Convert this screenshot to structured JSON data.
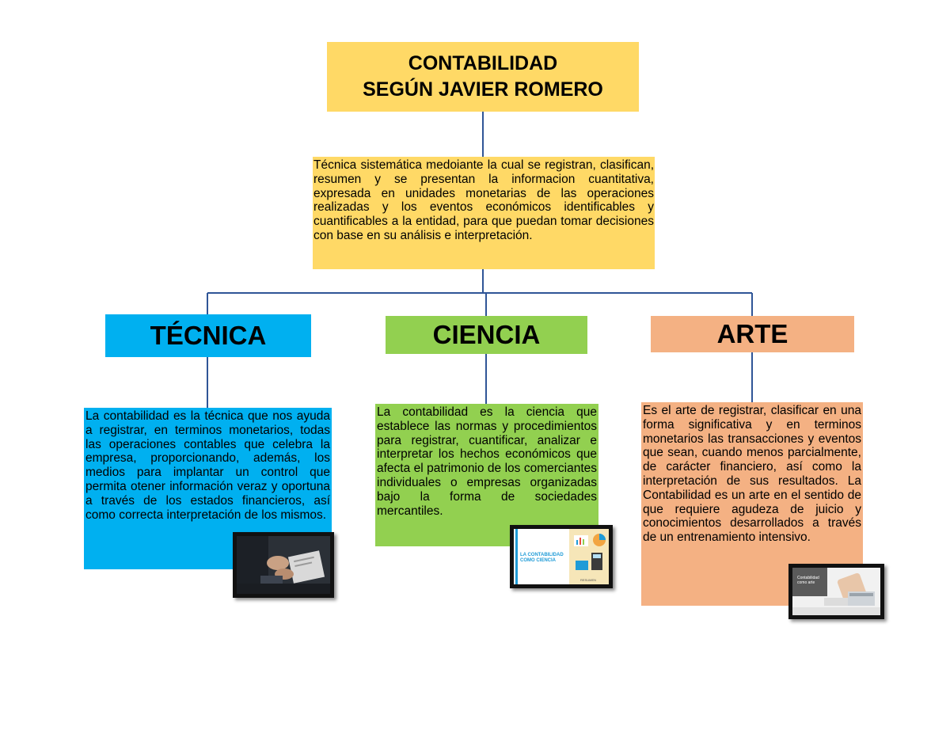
{
  "title": {
    "line1": "CONTABILIDAD",
    "line2": "SEGÚN JAVIER ROMERO"
  },
  "definition": "Técnica sistemática medoiante la cual se registran, clasifican, resumen y se presentan la informacion cuantitativa, expresada en unidades monetarias de las operaciones realizadas y los eventos económicos identificables y cuantificables a la entidad, para que puedan tomar decisiones con base en su análisis e interpretación.",
  "branches": {
    "tecnica": {
      "label": "TÉCNICA",
      "description": "La contabilidad es la técnica que nos ayuda a registrar, en terminos monetarios, todas las operaciones contables que celebra la empresa, proporcionando, además, los medios para implantar un control que permita otener información veraz y oportuna a través de los estados financieros, así como correcta interpretación de los mismos."
    },
    "ciencia": {
      "label": "CIENCIA",
      "description": "La contabilidad es la ciencia que establece las normas y procedimientos para registrar, cuantificar, analizar e interpretar los hechos económicos que afecta el patrimonio de los comerciantes individuales o empresas organizadas bajo la forma de sociedades mercantiles.",
      "image_caption": "LA CONTABILIDAD COMO CIENCIA",
      "image_footer": "RESUMEN"
    },
    "arte": {
      "label": "ARTE",
      "description": "Es el arte de registrar, clasificar en una forma significativa y en terminos monetarios las transacciones y eventos que sean, cuando menos parcialmente, de carácter financiero, así como la interpretación de sus resultados. La Contabilidad es un arte en el sentido de que requiere agudeza de juicio y conocimientos desarrollados a través de un entrenamiento intensivo.",
      "image_caption": "Contabilidad como arte"
    }
  },
  "colors": {
    "title": "#FFD966",
    "tecnica": "#00B0F0",
    "ciencia": "#92D050",
    "arte": "#F4B183",
    "connector": "#2F5597"
  }
}
